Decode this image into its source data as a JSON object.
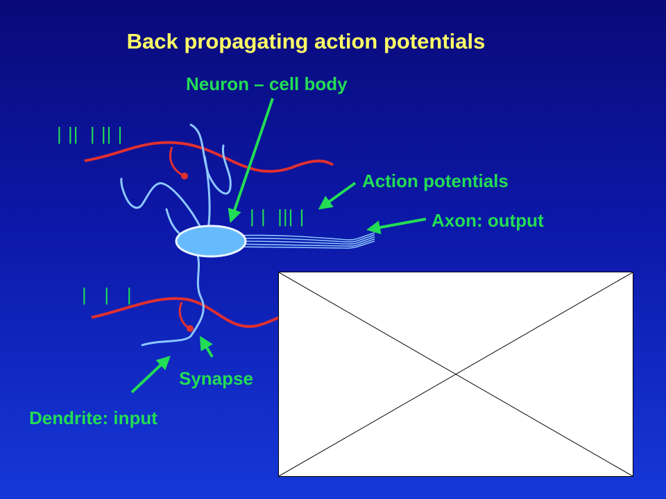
{
  "title": "Back propagating action potentials",
  "labels": {
    "cell_body": "Neuron – cell body",
    "action_potentials": "Action potentials",
    "axon": "Axon: output",
    "synapse": "Synapse",
    "dendrite": "Dendrite: input"
  },
  "spikes": {
    "top_left": "| ||  | || |",
    "axon": "| |  ||| |",
    "bottom_left": "|   |   |"
  },
  "colors": {
    "label": "#22dd55",
    "title": "#ffff66",
    "input_fiber": "#e03030",
    "neuron": "#8ec8ff",
    "soma": "#66bbff"
  }
}
